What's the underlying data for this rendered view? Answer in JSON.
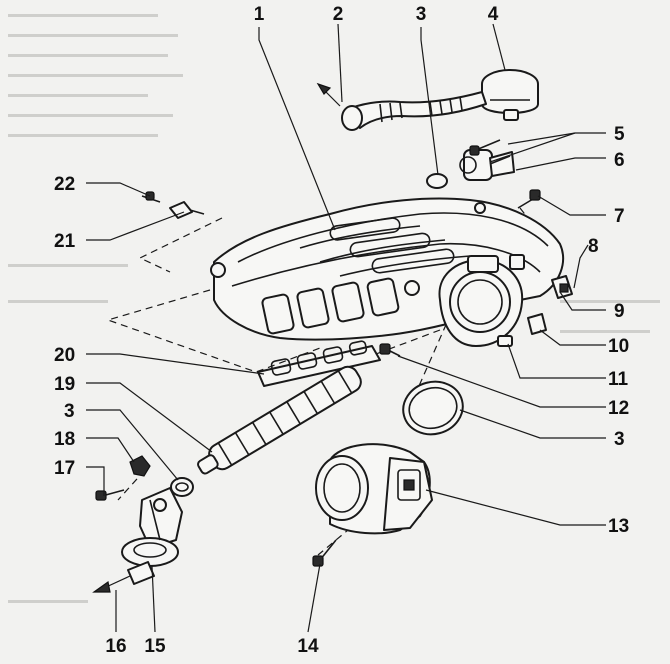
{
  "colors": {
    "background": "#f2f2f0",
    "line": "#1a1a1a",
    "part_fill": "#f7f7f5"
  },
  "callouts": [
    "1",
    "2",
    "3",
    "4",
    "5",
    "6",
    "7",
    "8",
    "9",
    "10",
    "11",
    "12",
    "3",
    "13",
    "14",
    "15",
    "16",
    "17",
    "18",
    "3",
    "19",
    "20",
    "21",
    "22"
  ]
}
